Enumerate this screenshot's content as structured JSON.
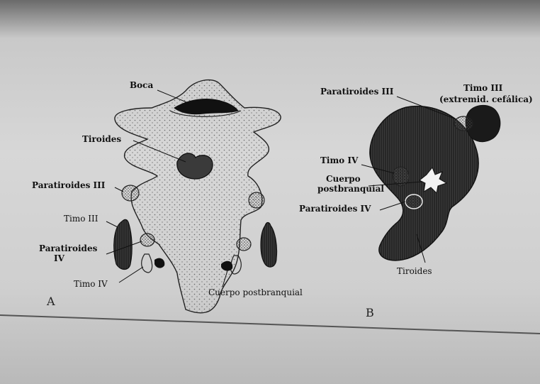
{
  "figure": {
    "panel_a": {
      "letter": "A",
      "labels": {
        "boca": "Boca",
        "tiroides": "Tiroides",
        "paratiroides_iii": "Paratiroides III",
        "timo_iii": "Timo III",
        "paratiroides_iv_line1": "Paratiroides",
        "paratiroides_iv_line2": "IV",
        "timo_iv": "Timo IV",
        "cuerpo_postbranquial": "Cuerpo postbranquial"
      }
    },
    "panel_b": {
      "letter": "B",
      "labels": {
        "timo_iii_line1": "Timo III",
        "timo_iii_line2": "(extremid. cefálica)",
        "paratiroides_iii": "Paratiroides III",
        "timo_iv": "Timo IV",
        "cuerpo_line1": "Cuerpo",
        "cuerpo_line2": "postbranquial",
        "paratiroides_iv": "Paratiroides IV",
        "tiroides": "Tiroides"
      }
    }
  }
}
